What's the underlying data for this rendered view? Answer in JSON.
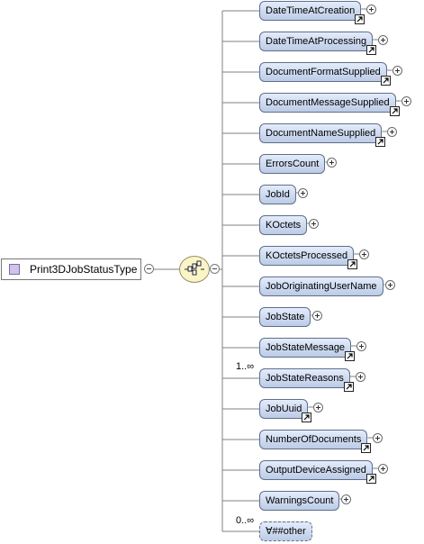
{
  "root": {
    "label": "Print3DJobStatusType",
    "icon": "complex-type-icon"
  },
  "compositor": {
    "kind": "sequence",
    "icon": "sequence-compositor-icon"
  },
  "elements": [
    {
      "label": "DateTimeAtCreation",
      "expand": true,
      "link": true,
      "multiplicity": ""
    },
    {
      "label": "DateTimeAtProcessing",
      "expand": true,
      "link": true,
      "multiplicity": ""
    },
    {
      "label": "DocumentFormatSupplied",
      "expand": true,
      "link": true,
      "multiplicity": ""
    },
    {
      "label": "DocumentMessageSupplied",
      "expand": true,
      "link": true,
      "multiplicity": ""
    },
    {
      "label": "DocumentNameSupplied",
      "expand": true,
      "link": true,
      "multiplicity": ""
    },
    {
      "label": "ErrorsCount",
      "expand": true,
      "link": false,
      "multiplicity": ""
    },
    {
      "label": "JobId",
      "expand": true,
      "link": false,
      "multiplicity": ""
    },
    {
      "label": "KOctets",
      "expand": true,
      "link": false,
      "multiplicity": ""
    },
    {
      "label": "KOctetsProcessed",
      "expand": true,
      "link": true,
      "multiplicity": ""
    },
    {
      "label": "JobOriginatingUserName",
      "expand": true,
      "link": false,
      "multiplicity": ""
    },
    {
      "label": "JobState",
      "expand": true,
      "link": false,
      "multiplicity": ""
    },
    {
      "label": "JobStateMessage",
      "expand": true,
      "link": true,
      "multiplicity": ""
    },
    {
      "label": "JobStateReasons",
      "expand": true,
      "link": true,
      "multiplicity": "1..∞"
    },
    {
      "label": "JobUuid",
      "expand": true,
      "link": true,
      "multiplicity": ""
    },
    {
      "label": "NumberOfDocuments",
      "expand": true,
      "link": true,
      "multiplicity": ""
    },
    {
      "label": "OutputDeviceAssigned",
      "expand": true,
      "link": true,
      "multiplicity": ""
    },
    {
      "label": "WarningsCount",
      "expand": true,
      "link": false,
      "multiplicity": ""
    }
  ],
  "wildcard": {
    "label": "∀##other",
    "multiplicity": "0..∞"
  }
}
